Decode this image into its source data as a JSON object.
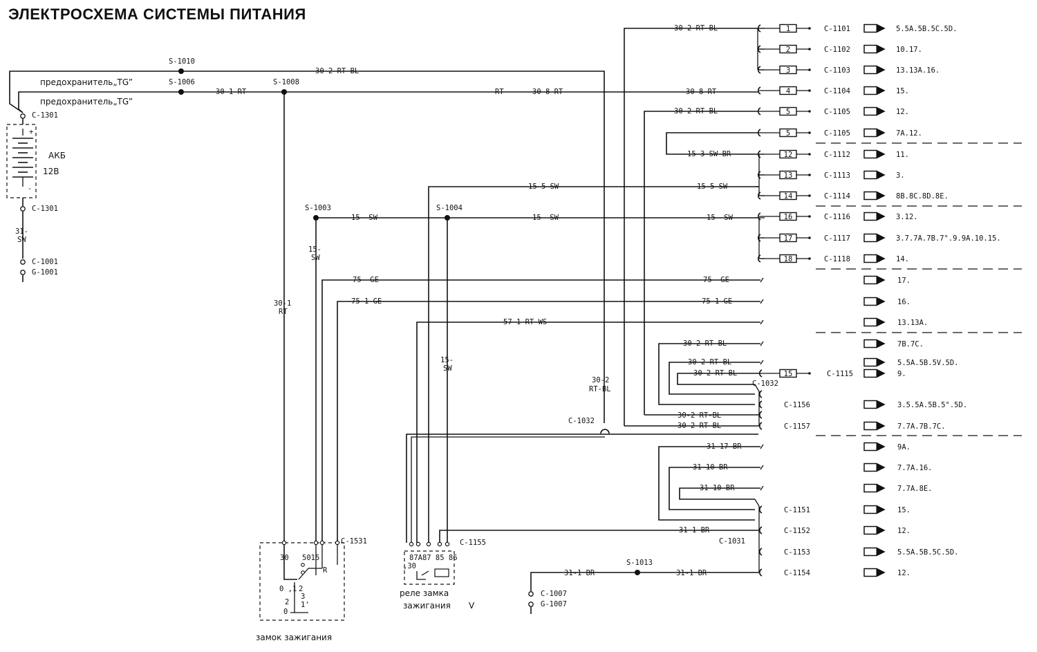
{
  "title": "ЭЛЕКТРОСХЕМА СИСТЕМЫ ПИТАНИЯ",
  "left": {
    "fuse_tg": "предохранитель„TG”",
    "battery_label": "АКБ",
    "battery_voltage": "12В",
    "plus": "+",
    "minus": "-",
    "c1301": "C-1301",
    "wire_31": "31-",
    "wire_sw": "SW",
    "c1001": "C-1001",
    "g1001": "G-1001"
  },
  "splices": {
    "s1010": "S-1010",
    "s1006": "S-1006",
    "s1008": "S-1008",
    "s1003": "S-1003",
    "s1004": "S-1004",
    "s1013": "S-1013"
  },
  "wires": {
    "w30_2_rtbl": "30-2 RT-BL",
    "w30_1_rt": "30-1 RT",
    "w_rt": "RT",
    "w30_8_rt": "30-8 RT",
    "w15_sw": "15- SW",
    "w15_5_sw": "15-5 SW",
    "w15_3_swbr": "15-3 SW-BR",
    "w75_ge": "75- GE",
    "w75_1_ge": "75-1 GE",
    "w57_1_rtws": "57-1 RT-WS",
    "w31_17_br": "31-17 BR",
    "w31_10_br": "31-10 BR",
    "w31_1_br": "31-1 BR",
    "v15": "15-",
    "vsw": "SW",
    "v30_1": "30-1",
    "vrt": "RT",
    "v30_2": "30-2",
    "vrtbl": "RT-BL"
  },
  "fuses": [
    {
      "num": "1",
      "connector": "C-1101",
      "circuits": "5.5A.5B.5C.5D."
    },
    {
      "num": "2",
      "connector": "C-1102",
      "circuits": "10.17."
    },
    {
      "num": "3",
      "connector": "C-1103",
      "circuits": "13.13A.16."
    },
    {
      "num": "4",
      "connector": "C-1104",
      "circuits": "15."
    },
    {
      "num": "5",
      "connector": "C-1105",
      "circuits": "12."
    },
    {
      "num": "5",
      "connector": "C-1105",
      "circuits": "7A.12."
    },
    {
      "num": "12",
      "connector": "C-1112",
      "circuits": "11."
    },
    {
      "num": "13",
      "connector": "C-1113",
      "circuits": "3."
    },
    {
      "num": "14",
      "connector": "C-1114",
      "circuits": "8B.8C.8D.8E."
    },
    {
      "num": "16",
      "connector": "C-1116",
      "circuits": "3.12."
    },
    {
      "num": "17",
      "connector": "C-1117",
      "circuits": "3.7.7A.7B.7°.9.9A.10.15."
    },
    {
      "num": "18",
      "connector": "C-1118",
      "circuits": "14."
    }
  ],
  "middle_outputs": [
    "17.",
    "16.",
    "13.13A.",
    "7B.7C."
  ],
  "fuse15": {
    "num": "15",
    "connector": "C-1115",
    "circuits": "9.",
    "pre": "5.5A.5B.5V.5D."
  },
  "lower_connectors": [
    {
      "connector": "C-1156",
      "circuits": "3.5.5A.5B.5°.5D."
    },
    {
      "connector": "C-1157",
      "circuits": "7.7A.7B.7C."
    }
  ],
  "ground_outputs": [
    "9A.",
    "7.7A.16.",
    "7.7A.8E."
  ],
  "ground_connectors": [
    {
      "connector": "C-1151",
      "circuits": "15."
    },
    {
      "connector": "C-1152",
      "circuits": "12."
    },
    {
      "connector": "C-1153",
      "circuits": "5.5A.5B.5C.5D."
    },
    {
      "connector": "C-1154",
      "circuits": "12."
    }
  ],
  "c1032": "C-1032",
  "c1031": "C-1031",
  "ignition": {
    "connector": "C-1531",
    "pin30": "30",
    "pins": "5015",
    "pinR": "R",
    "pos_a": "0 ,1",
    "pos_2": "2",
    "pos_3": "3",
    "pos_2b": "2",
    "pos_1": "1'",
    "pos_0": "0",
    "label": "замок зажигания"
  },
  "relay": {
    "connector": "C-1155",
    "pins": "87A87 85 86",
    "pin30": ",30",
    "label1": "реле замка",
    "label2": "зажигания",
    "mark": "V"
  },
  "ground_bottom": {
    "c1007": "C-1007",
    "g1007": "G-1007"
  }
}
